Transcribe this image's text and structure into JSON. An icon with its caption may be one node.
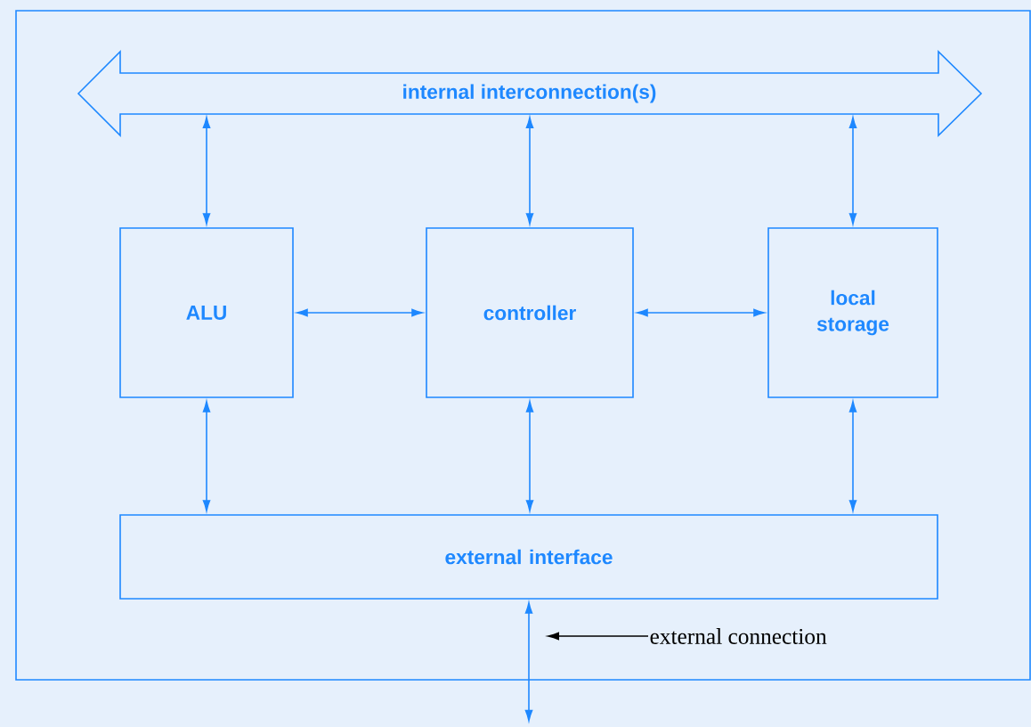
{
  "diagram": {
    "nodes": [
      {
        "text": [],
        "shape": "box"
      },
      {
        "text": [
          "internal interconnection(s)"
        ],
        "in": 0
      },
      {
        "text": [
          "ALU"
        ],
        "in": 0
      },
      {
        "text": [
          "controller"
        ],
        "in": 0
      },
      {
        "text": [
          "local storage"
        ],
        "in": 0
      },
      {
        "text": [
          "external interface"
        ],
        "in": 0
      },
      {
        "text": [
          "external connection"
        ],
        "in": 0
      }
    ],
    "edges": [
      {
        "from": 1,
        "to": 2,
        "arrow": "both"
      },
      {
        "from": 1,
        "to": 3,
        "arrow": "both"
      },
      {
        "from": 1,
        "to": 4,
        "arrow": "both"
      },
      {
        "from": 2,
        "to": 3,
        "arrow": "both"
      },
      {
        "from": 3,
        "to": 4,
        "arrow": "both"
      },
      {
        "from": 2,
        "to": 5,
        "arrow": "both"
      },
      {
        "from": 3,
        "to": 5,
        "arrow": "both"
      },
      {
        "from": 4,
        "to": 5,
        "arrow": "both"
      },
      {
        "from": 5,
        "to": null,
        "arrow": "both"
      },
      {
        "from": 6,
        "to": null,
        "arrow": "to",
        "color": "#000000"
      }
    ]
  }
}
